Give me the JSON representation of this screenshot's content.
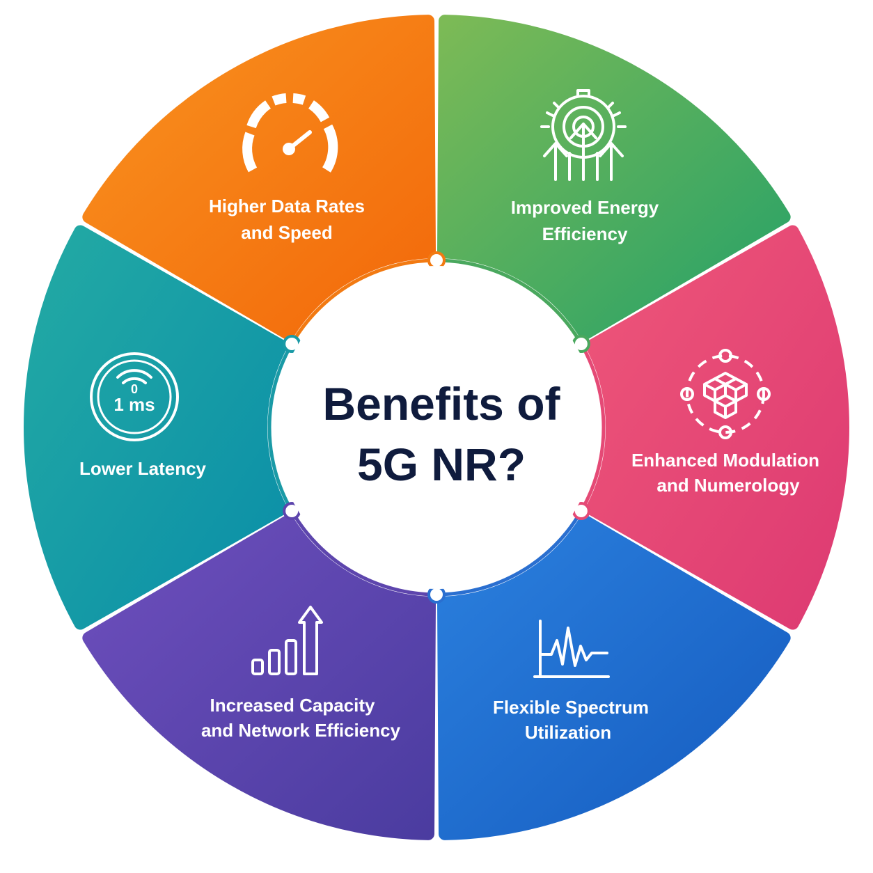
{
  "center": {
    "title_line1": "Benefits of",
    "title_line2": "5G NR?"
  },
  "segments": [
    {
      "id": "higher-data-rates",
      "line1": "Higher Data Rates",
      "line2": "and Speed",
      "icon": "speedometer-icon",
      "color_start": "#f9921f",
      "color_end": "#f2680a"
    },
    {
      "id": "energy-efficiency",
      "line1": "Improved Energy",
      "line2": "Efficiency",
      "icon": "gear-arrows-icon",
      "color_start": "#7cba56",
      "color_end": "#25a168"
    },
    {
      "id": "modulation-numerology",
      "line1": "Enhanced Modulation",
      "line2": "and Numerology",
      "icon": "cubes-icon",
      "color_start": "#ee5679",
      "color_end": "#dd3a72"
    },
    {
      "id": "flexible-spectrum",
      "line1": "Flexible Spectrum",
      "line2": "Utilization",
      "icon": "waveform-icon",
      "color_start": "#2978d8",
      "color_end": "#1760c4"
    },
    {
      "id": "capacity-efficiency",
      "line1": "Increased Capacity",
      "line2": "and Network Efficiency",
      "icon": "bar-growth-icon",
      "color_start": "#6a4db8",
      "color_end": "#4e3ea3"
    },
    {
      "id": "lower-latency",
      "line1": "Lower Latency",
      "line2": "",
      "icon": "latency-clock-icon",
      "color_start": "#1fa9a9",
      "color_end": "#0b8fa6",
      "icon_text_top": "0",
      "icon_text": "1 ms"
    }
  ]
}
